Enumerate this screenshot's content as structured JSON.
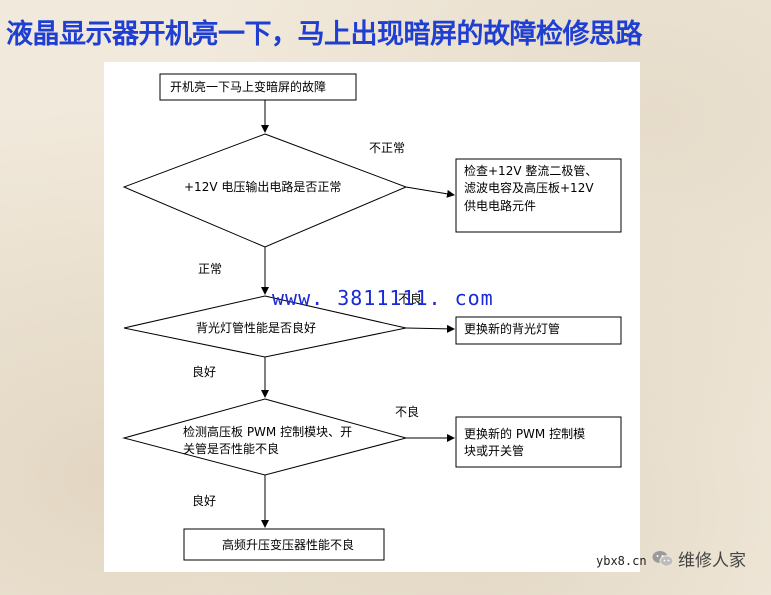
{
  "slide": {
    "title": "液晶显示器开机亮一下，马上出现暗屏的故障检修思路"
  },
  "flowchart": {
    "start": "开机亮一下马上变暗屏的故障",
    "decision1": "+12V 电压输出电路是否正常",
    "d1_no_label": "不正常",
    "d1_yes_label": "正常",
    "action1": [
      "检查+12V 整流二极管、",
      "滤波电容及高压板+12V",
      "供电电路元件"
    ],
    "decision2": "背光灯管性能是否良好",
    "d2_no_label": "不良",
    "d2_yes_label": "良好",
    "action2": "更换新的背光灯管",
    "decision3": [
      "检测高压板 PWM 控制模块、开",
      "关管是否性能不良"
    ],
    "d3_no_label": "不良",
    "d3_yes_label": "良好",
    "action3": [
      "更换新的  PWM  控制模",
      "块或开关管"
    ],
    "end": "高频升压变压器性能不良"
  },
  "watermark": "www. 3811111. com",
  "footer": {
    "site": "ybx8.cn",
    "brand": "维修人家",
    "brand_icon": "wechat-icon"
  },
  "colors": {
    "title": "#1f3fd3",
    "watermark": "#1a2ad6"
  }
}
